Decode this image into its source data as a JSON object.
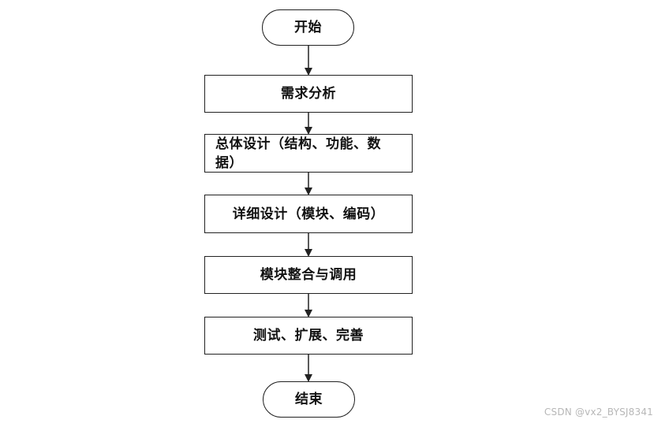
{
  "diagram": {
    "type": "flowchart",
    "nodes": [
      {
        "id": "start",
        "kind": "terminal",
        "label": "开始"
      },
      {
        "id": "req",
        "kind": "process",
        "label": "需求分析"
      },
      {
        "id": "overall",
        "kind": "process",
        "label": "总体设计（结构、功能、数据）"
      },
      {
        "id": "detail",
        "kind": "process",
        "label": "详细设计（模块、编码）"
      },
      {
        "id": "integrate",
        "kind": "process",
        "label": "模块整合与调用"
      },
      {
        "id": "test",
        "kind": "process",
        "label": "测试、扩展、完善"
      },
      {
        "id": "end",
        "kind": "terminal",
        "label": "结束"
      }
    ],
    "edges": [
      {
        "from": "start",
        "to": "req"
      },
      {
        "from": "req",
        "to": "overall"
      },
      {
        "from": "overall",
        "to": "detail"
      },
      {
        "from": "detail",
        "to": "integrate"
      },
      {
        "from": "integrate",
        "to": "test"
      },
      {
        "from": "test",
        "to": "end"
      }
    ],
    "colors": {
      "stroke": "#222222",
      "fill": "#ffffff",
      "text": "#111111",
      "watermark": "#b7b7b7"
    }
  },
  "watermark": "CSDN @vx2_BYSJ8341"
}
